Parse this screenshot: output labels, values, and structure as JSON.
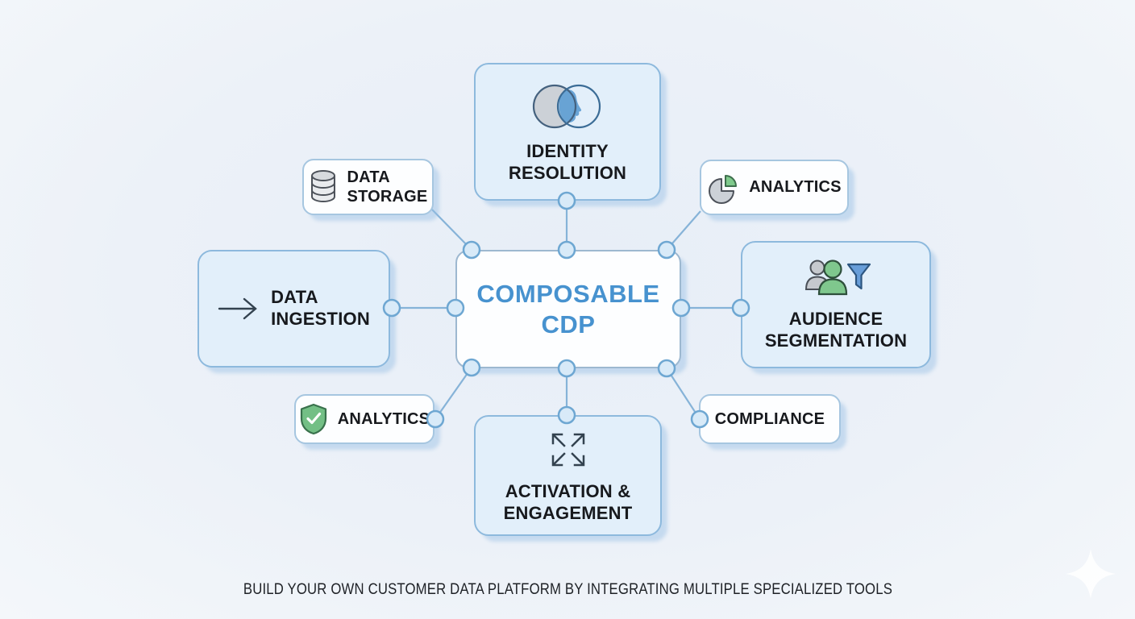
{
  "title_area": {
    "caption": "BUILD YOUR OWN CUSTOMER DATA PLATFORM BY INTEGRATING MULTIPLE SPECIALIZED TOOLS"
  },
  "center": {
    "title_line1": "COMPOSABLE",
    "title_line2": "CDP"
  },
  "nodes": {
    "identity": {
      "label_line1": "IDENTITY",
      "label_line2": "RESOLUTION",
      "icon": "venn-face-icon"
    },
    "storage": {
      "label_line1": "DATA",
      "label_line2": "STORAGE",
      "icon": "database-icon"
    },
    "analytics_top": {
      "label": "ANALYTICS",
      "icon": "pie-chart-icon"
    },
    "ingestion": {
      "label_line1": "DATA",
      "label_line2": "INGESTION",
      "icon": "arrow-right-icon"
    },
    "audience": {
      "label_line1": "AUDIENCE",
      "label_line2": "SEGMENTATION",
      "icon": "people-funnel-icon"
    },
    "analytics_bottom": {
      "label": "ANALYTICS",
      "icon": "shield-check-icon"
    },
    "compliance": {
      "label": "COMPLIANCE"
    },
    "activation": {
      "label_line1": "ACTIVATION &",
      "label_line2": "ENGAGEMENT",
      "icon": "expand-arrows-icon"
    }
  },
  "colors": {
    "accent_blue": "#4792cf",
    "box_fill_light_blue": "#e2effa",
    "box_fill_white": "#fdfeff",
    "box_border_blue": "#8db9dd",
    "connector_line": "#86b3d8",
    "node_fill": "#d8eaf8",
    "node_stroke": "#6ea7d2",
    "shadow_blue": "#c9ddf0",
    "text_dark": "#17191d",
    "icon_green": "#7fc78d",
    "icon_gray": "#c6c9ce",
    "funnel_blue": "#689ed9"
  }
}
